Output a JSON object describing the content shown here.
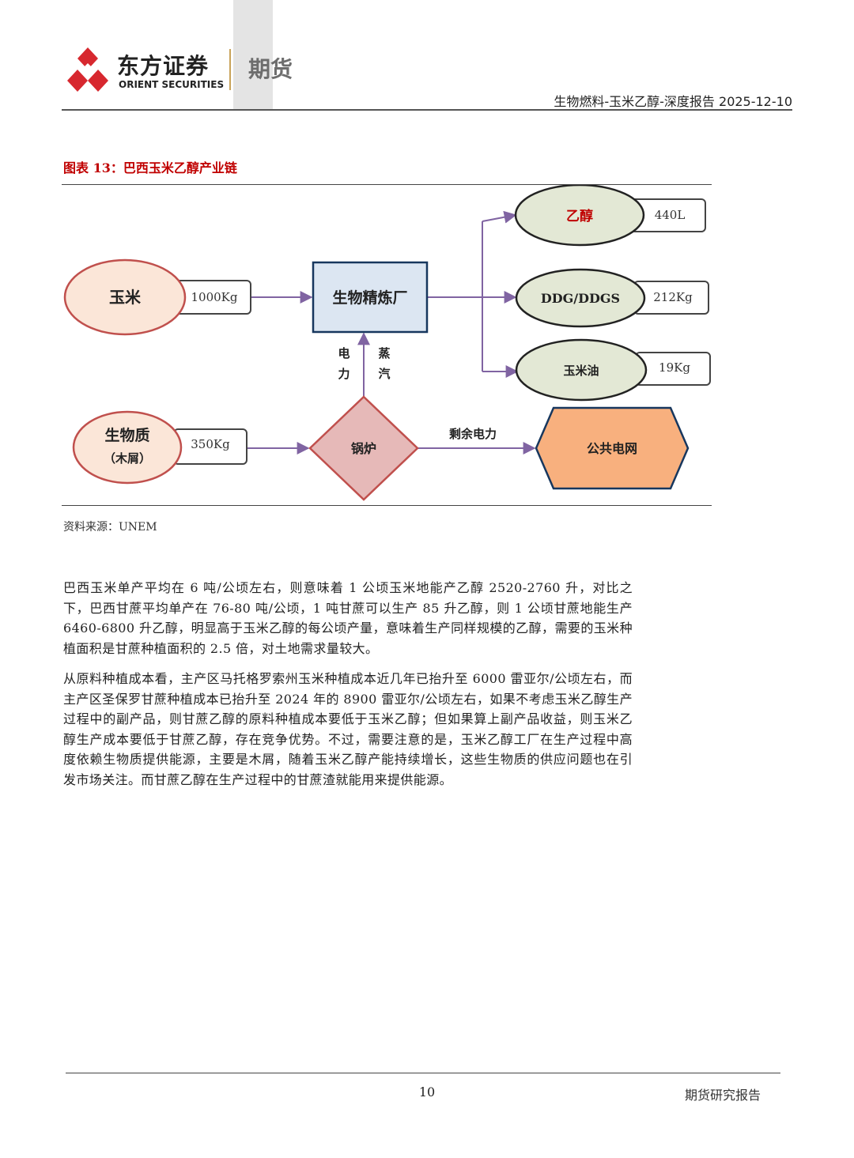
{
  "header": {
    "brand_cn": "东方证券",
    "brand_en": "ORIENT SECURITIES",
    "division": "期货",
    "report_title": "生物燃料-玉米乙醇-深度报告 2025-12-10"
  },
  "figure": {
    "title": "图表 13：巴西玉米乙醇产业链",
    "source": "资料来源：UNEM",
    "nodes": {
      "corn": "玉米",
      "corn_qty": "1000Kg",
      "refinery": "生物精炼厂",
      "ethanol": "乙醇",
      "ethanol_qty": "440L",
      "ddg": "DDG/DDGS",
      "ddg_qty": "212Kg",
      "corn_oil": "玉米油",
      "corn_oil_qty": "19Kg",
      "biomass": "生物质",
      "biomass_sub": "（木屑）",
      "biomass_qty": "350Kg",
      "boiler": "锅炉",
      "grid": "公共电网"
    },
    "edge_labels": {
      "electricity": "电力",
      "steam": "蒸汽",
      "surplus_power": "剩余电力"
    },
    "colors": {
      "corn_fill": "#fbe6d8",
      "corn_stroke": "#c0504d",
      "refinery_fill": "#dce6f2",
      "refinery_stroke": "#17375e",
      "product_fill": "#e3e8d5",
      "product_stroke": "#222222",
      "boiler_fill": "#e6b9b8",
      "boiler_stroke": "#c0504d",
      "grid_fill": "#f8b07e",
      "grid_stroke": "#17375e",
      "arrow": "#8064a2",
      "label_red": "#c00000"
    }
  },
  "body": {
    "paragraphs": [
      "巴西玉米单产平均在 6 吨/公顷左右，则意味着 1 公顷玉米地能产乙醇 2520-2760 升，对比之下，巴西甘蔗平均单产在 76-80 吨/公顷，1 吨甘蔗可以生产 85 升乙醇，则 1 公顷甘蔗地能生产 6460-6800 升乙醇，明显高于玉米乙醇的每公顷产量，意味着生产同样规模的乙醇，需要的玉米种植面积是甘蔗种植面积的 2.5 倍，对土地需求量较大。",
      "从原料种植成本看，主产区马托格罗索州玉米种植成本近几年已抬升至 6000 雷亚尔/公顷左右，而主产区圣保罗甘蔗种植成本已抬升至 2024 年的 8900 雷亚尔/公顷左右，如果不考虑玉米乙醇生产过程中的副产品，则甘蔗乙醇的原料种植成本要低于玉米乙醇；但如果算上副产品收益，则玉米乙醇生产成本要低于甘蔗乙醇，存在竞争优势。不过，需要注意的是，玉米乙醇工厂在生产过程中高度依赖生物质提供能源，主要是木屑，随着玉米乙醇产能持续增长，这些生物质的供应问题也在引发市场关注。而甘蔗乙醇在生产过程中的甘蔗渣就能用来提供能源。"
    ]
  },
  "footer": {
    "page_number": "10",
    "label": "期货研究报告"
  }
}
